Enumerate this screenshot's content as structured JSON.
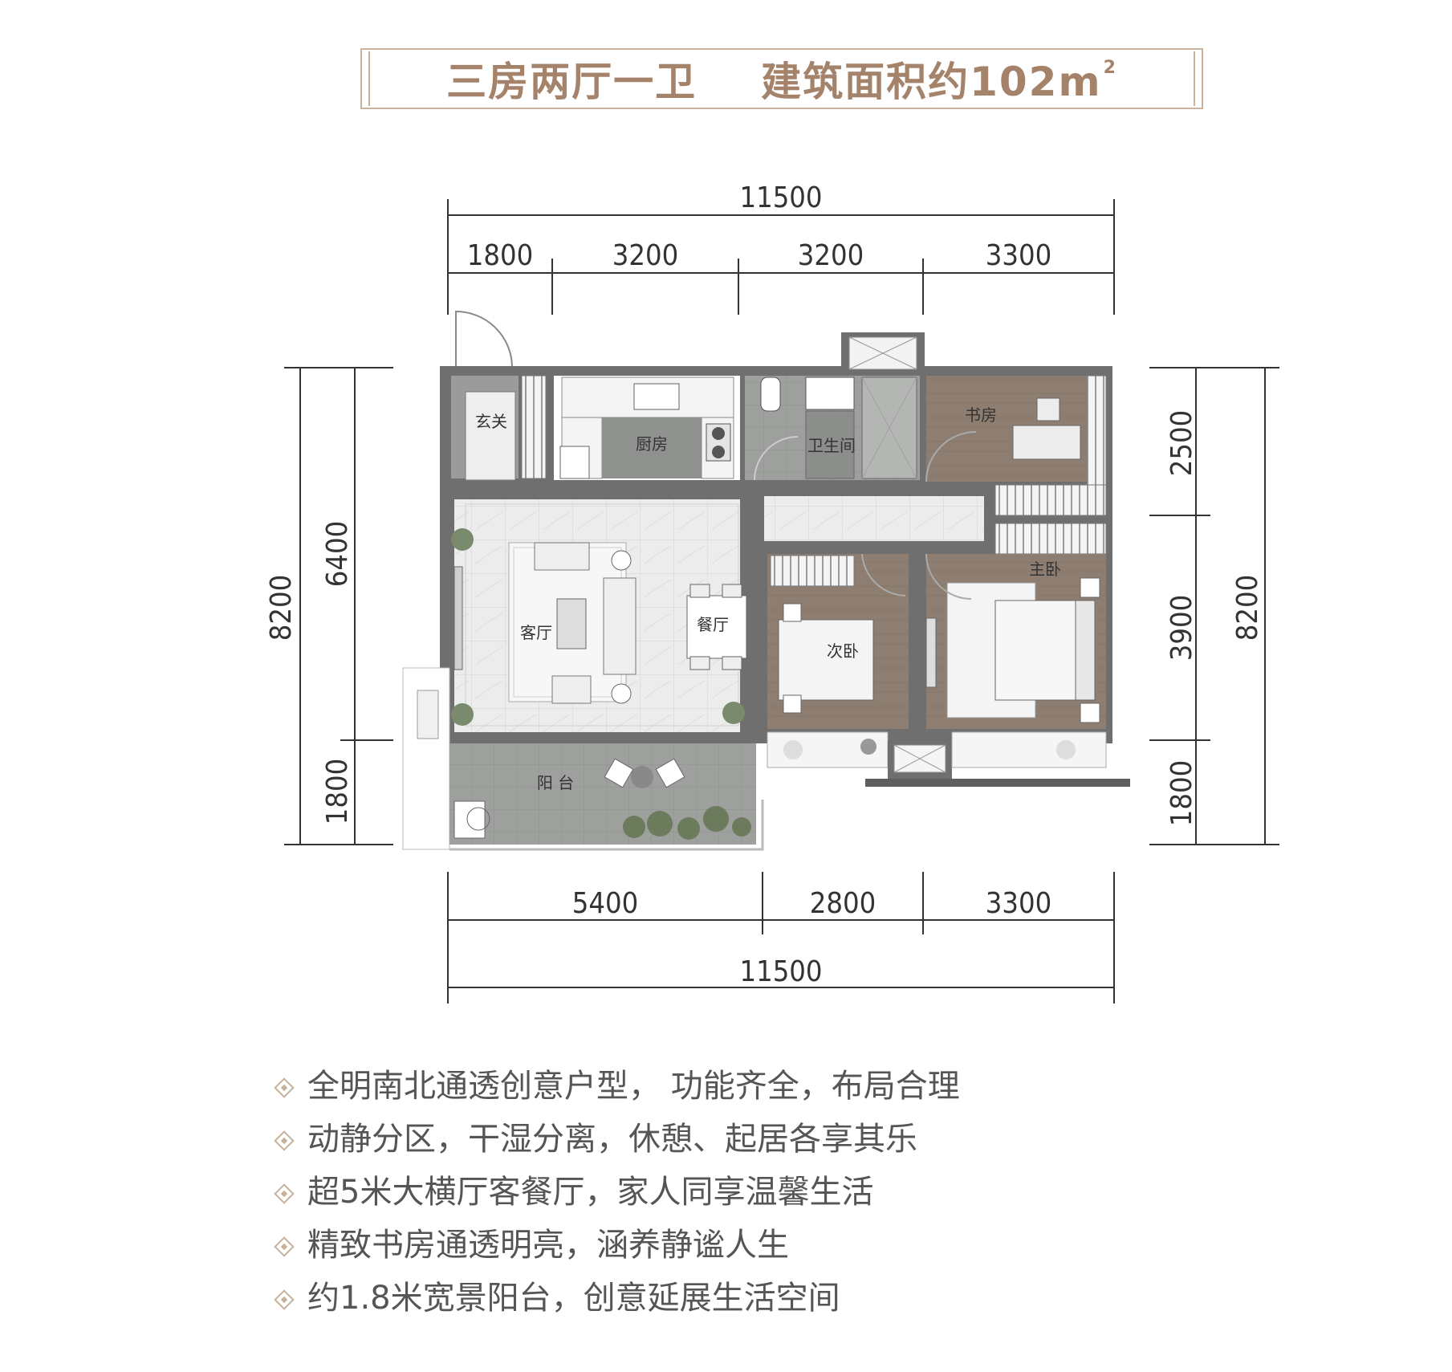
{
  "title": {
    "layout": "三房两厅一卫",
    "area_prefix": "建筑面积约102m",
    "area_unit_sup": "2"
  },
  "dimensions": {
    "top_total": "11500",
    "top_segments": [
      "1800",
      "3200",
      "3200",
      "3300"
    ],
    "bottom_segments": [
      "5400",
      "2800",
      "3300"
    ],
    "bottom_total": "11500",
    "left_total": "8200",
    "left_upper": "6400",
    "left_lower": "1800",
    "right_total": "8200",
    "right_segments": [
      "2500",
      "3900",
      "1800"
    ]
  },
  "rooms": {
    "entry": "玄关",
    "kitchen": "厨房",
    "bathroom": "卫生间",
    "study": "书房",
    "living": "客厅",
    "dining": "餐厅",
    "second_bedroom": "次卧",
    "master_bedroom": "主卧",
    "balcony": "阳 台"
  },
  "features": [
    "全明南北通透创意户型， 功能齐全，布局合理",
    "动静分区，干湿分离，休憩、起居各享其乐",
    "超5米大横厅客餐厅，家人同享温馨生活",
    "精致书房通透明亮，涵养静谧人生",
    "约1.8米宽景阳台，创意延展生活空间"
  ],
  "colors": {
    "accent": "#c7b39d",
    "title_text": "#a4836a",
    "wall": "#6f6f6f",
    "floor_tile": "#e9e9e9",
    "wood_floor": "#8c7d6f",
    "wet_floor": "#9a9c9a"
  }
}
